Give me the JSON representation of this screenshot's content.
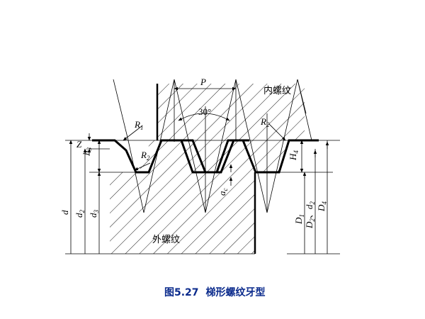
{
  "caption": {
    "number": "图5.27",
    "title": "梯形螺纹牙型"
  },
  "regions": {
    "internal_thread": "内螺纹",
    "external_thread": "外螺纹"
  },
  "labels": {
    "pitch": "P",
    "angle": "30°",
    "R1": {
      "main": "R",
      "sub": "1"
    },
    "R2_upper": {
      "main": "R",
      "sub": "2"
    },
    "R2_lower": {
      "main": "R",
      "sub": "2"
    },
    "Z": "Z",
    "h3": {
      "main": "h",
      "sub": "3"
    },
    "H4": {
      "main": "H",
      "sub": "4"
    },
    "ac": {
      "main": "a",
      "sub": "c"
    },
    "d": "d",
    "d2": {
      "main": "d",
      "sub": "2"
    },
    "d3": {
      "main": "d",
      "sub": "3"
    },
    "D1": {
      "main": "D",
      "sub": "1"
    },
    "D2_d2": {
      "main1": "D",
      "sub1": "2",
      "sep": "、",
      "main2": "d",
      "sub2": "2"
    },
    "D4": {
      "main": "D",
      "sub": "4"
    }
  }
}
